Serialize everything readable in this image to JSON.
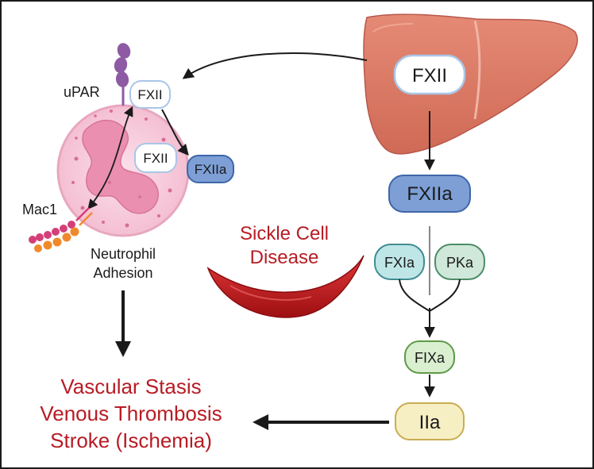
{
  "labels": {
    "upar": "uPAR",
    "mac1": "Mac1",
    "neutrophil_line1": "Neutrophil",
    "neutrophil_line2": "Adhesion",
    "disease_line1": "Sickle Cell",
    "disease_line2": "Disease",
    "outcome_line1": "Vascular Stasis",
    "outcome_line2": "Venous Thrombosis",
    "outcome_line3": "Stroke (Ischemia)"
  },
  "nodes": {
    "liver_fxii": "FXII",
    "fxiia_main": "FXIIa",
    "fxia": "FXIa",
    "pka": "PKa",
    "fixa": "FIXa",
    "iia": "IIa",
    "receptor_fxii": "FXII",
    "inner_fxii": "FXII",
    "cell_fxiia": "FXIIa"
  },
  "colors": {
    "outcome_red": "#b81c24",
    "liver": "#e0806b",
    "liver_dark": "#c9624f",
    "neutrophil": "#f6c9d8",
    "nucleus": "#ea8fb0",
    "fxiia_blue": "#7d9fd6",
    "fxia_teal": "#bfe6e7",
    "pka_green": "#cfe8d9",
    "fixa_green": "#d9efcf",
    "iia_yellow": "#f7efc4",
    "upar_purple": "#8e5aa3",
    "sickle_red": "#c4171c"
  }
}
